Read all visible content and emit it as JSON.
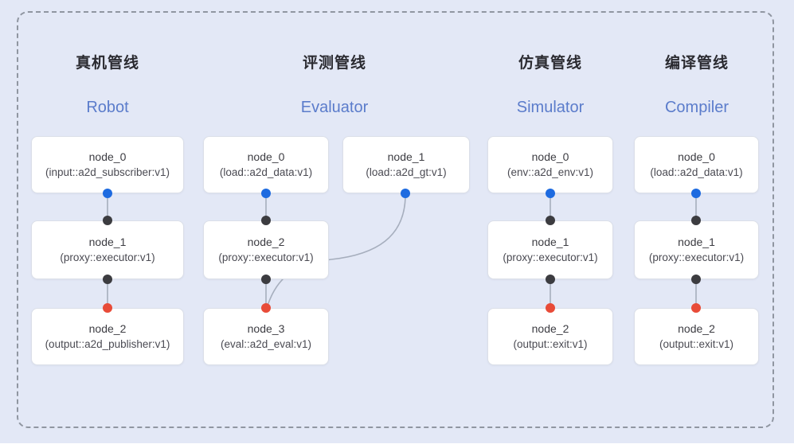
{
  "pipelines": [
    {
      "title_zh": "真机管线",
      "title_en": "Robot",
      "nodes": [
        {
          "name": "node_0",
          "type": "(input::a2d_subscriber:v1)"
        },
        {
          "name": "node_1",
          "type": "(proxy::executor:v1)"
        },
        {
          "name": "node_2",
          "type": "(output::a2d_publisher:v1)"
        }
      ]
    },
    {
      "title_zh": "评测管线",
      "title_en": "Evaluator",
      "nodes": [
        {
          "name": "node_0",
          "type": "(load::a2d_data:v1)"
        },
        {
          "name": "node_1",
          "type": "(load::a2d_gt:v1)"
        },
        {
          "name": "node_2",
          "type": "(proxy::executor:v1)"
        },
        {
          "name": "node_3",
          "type": "(eval::a2d_eval:v1)"
        }
      ]
    },
    {
      "title_zh": "仿真管线",
      "title_en": "Simulator",
      "nodes": [
        {
          "name": "node_0",
          "type": "(env::a2d_env:v1)"
        },
        {
          "name": "node_1",
          "type": "(proxy::executor:v1)"
        },
        {
          "name": "node_2",
          "type": "(output::exit:v1)"
        }
      ]
    },
    {
      "title_zh": "编译管线",
      "title_en": "Compiler",
      "nodes": [
        {
          "name": "node_0",
          "type": "(load::a2d_data:v1)"
        },
        {
          "name": "node_1",
          "type": "(proxy::executor:v1)"
        },
        {
          "name": "node_2",
          "type": "(output::exit:v1)"
        }
      ]
    }
  ],
  "colors": {
    "canvas_bg": "#e3e8f6",
    "output_port_blue": "#1e6be0",
    "passthrough_port_dark": "#3c3c40",
    "input_port_red": "#e84b38",
    "edge_gray": "#a6aebd",
    "title_en_blue": "#5b7ccb",
    "title_zh_dark": "#2b2b31"
  }
}
